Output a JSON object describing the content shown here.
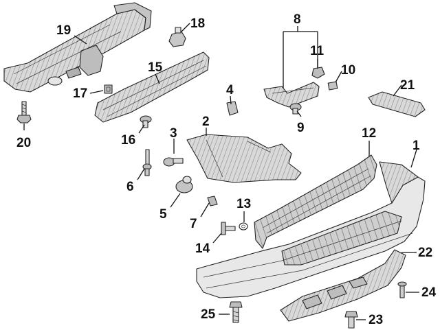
{
  "diagram": {
    "background_color": "#ffffff",
    "line_color": "#111111",
    "part_fill": "#d9d9d9",
    "part_shade": "#9c9c9c",
    "callouts": [
      {
        "id": "c1",
        "label": "1"
      },
      {
        "id": "c2",
        "label": "2"
      },
      {
        "id": "c3",
        "label": "3"
      },
      {
        "id": "c4",
        "label": "4"
      },
      {
        "id": "c5",
        "label": "5"
      },
      {
        "id": "c6",
        "label": "6"
      },
      {
        "id": "c7",
        "label": "7"
      },
      {
        "id": "c8",
        "label": "8"
      },
      {
        "id": "c9",
        "label": "9"
      },
      {
        "id": "c10",
        "label": "10"
      },
      {
        "id": "c11",
        "label": "11"
      },
      {
        "id": "c12",
        "label": "12"
      },
      {
        "id": "c13",
        "label": "13"
      },
      {
        "id": "c14",
        "label": "14"
      },
      {
        "id": "c15",
        "label": "15"
      },
      {
        "id": "c16",
        "label": "16"
      },
      {
        "id": "c17",
        "label": "17"
      },
      {
        "id": "c18",
        "label": "18"
      },
      {
        "id": "c19",
        "label": "19"
      },
      {
        "id": "c20",
        "label": "20"
      },
      {
        "id": "c21",
        "label": "21"
      },
      {
        "id": "c22",
        "label": "22"
      },
      {
        "id": "c23",
        "label": "23"
      },
      {
        "id": "c24",
        "label": "24"
      },
      {
        "id": "c25",
        "label": "25"
      }
    ]
  }
}
